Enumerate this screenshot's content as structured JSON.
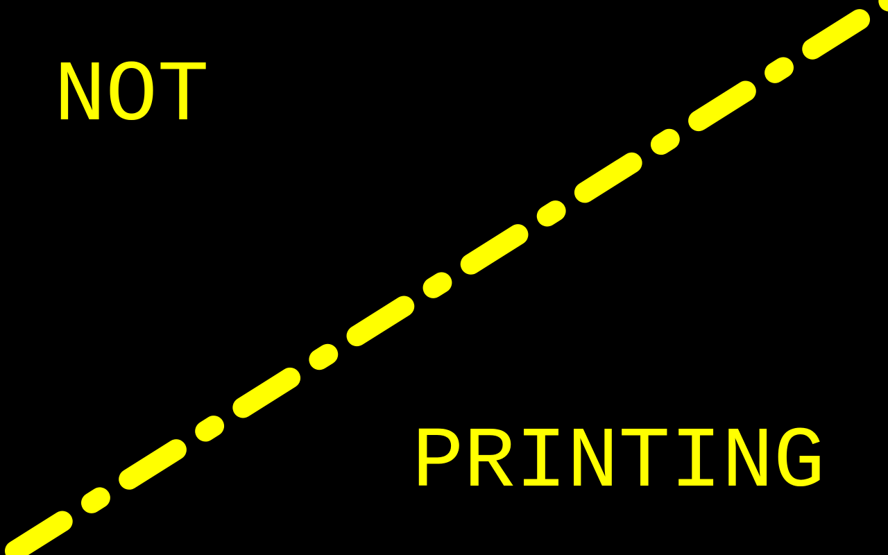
{
  "screen": {
    "background_color": "#000000",
    "accent_color": "#ffff00",
    "status_line_1": "NOT",
    "status_line_2": "PRINTING",
    "divider": "dash-dot-diagonal-line"
  }
}
